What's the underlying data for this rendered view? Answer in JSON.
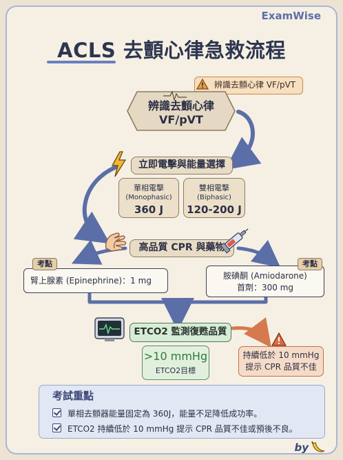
{
  "brand": "ExamWise",
  "title": "ACLS 去顫心律急救流程",
  "warning_badge": "辨識去顫心律 VF/pVT",
  "start_node": {
    "line1": "辨識去顫心律",
    "line2": "VF/pVT"
  },
  "shock_step": {
    "label": "立即電擊與能量選擇",
    "monophasic": {
      "line1": "單相電擊",
      "line2": "(Monophasic)",
      "value": "360 J"
    },
    "biphasic": {
      "line1": "雙相電擊",
      "line2": "(Biphasic)",
      "value": "120-200 J"
    }
  },
  "cpr_step": {
    "label": "高品質 CPR 與藥物"
  },
  "drugs": {
    "epinephrine": {
      "tag": "考點",
      "text": "腎上腺素 (Epinephrine)：1 mg"
    },
    "amiodarone": {
      "tag": "考點",
      "line1": "胺碘酮 (Amiodarone)",
      "line2": "首劑：300 mg"
    }
  },
  "etco2_step": {
    "label": "ETCO2 監測復甦品質",
    "target_value": ">10 mmHg",
    "target_label": "ETCO2目標",
    "low_warning": {
      "line1": "持續低於 10 mmHg",
      "line2": "提示 CPR 品質不佳"
    }
  },
  "exam_points": {
    "title": "考試重點",
    "items": [
      "單相去顫器能量固定為 360J，能量不足降低成功率。",
      "ETCO2 持續低於 10 mmHg 提示 CPR 品質不佳或預後不良。"
    ]
  },
  "footer": {
    "by": "by"
  },
  "colors": {
    "arrow": "#5b6ea8",
    "accent": "#6a7fc0",
    "warning": "#c98a4d",
    "good": "#2f7a3b",
    "bad": "#c46d47"
  },
  "icons": [
    "warning-icon",
    "heart-rhythm-icon",
    "lightning-icon",
    "hands-cpr-icon",
    "syringe-icon",
    "monitor-icon",
    "banana-icon"
  ]
}
